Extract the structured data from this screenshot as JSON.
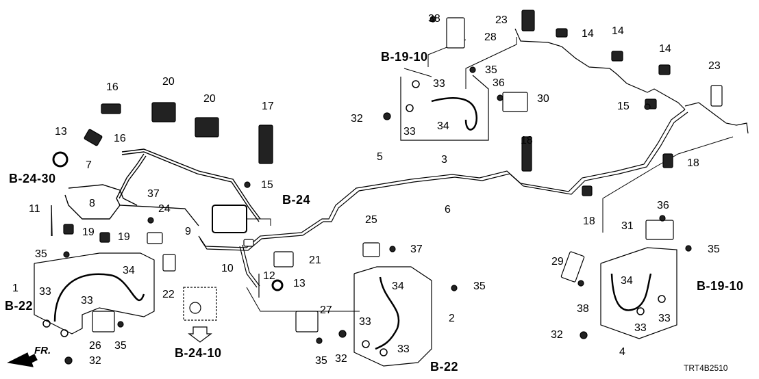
{
  "diagram": {
    "code": "TRT4B2510",
    "front_indicator": "FR.",
    "refs": {
      "b19_10_top": "B-19-10",
      "b24_30": "B-24-30",
      "b24": "B-24",
      "b22_left": "B-22",
      "b22_mid": "B-22",
      "b24_10": "B-24-10",
      "b19_10_right": "B-19-10"
    },
    "callouts": {
      "c38_top": "38",
      "c28": "28",
      "c23_top": "23",
      "c14_a": "14",
      "c14_b": "14",
      "c14_c": "14",
      "c23_right": "23",
      "c35_top": "35",
      "c33_top": "33",
      "c36_top": "36",
      "c30": "30",
      "c32_top": "32",
      "c33_top2": "33",
      "c34_top": "34",
      "c3": "3",
      "c15_right": "15",
      "c16_a": "16",
      "c20_a": "20",
      "c20_b": "20",
      "c17": "17",
      "c13_top": "13",
      "c16_b": "16",
      "c7": "7",
      "c8": "8",
      "c11": "11",
      "c5": "5",
      "c6": "6",
      "c18_a": "18",
      "c18_b": "18",
      "c18_c": "18",
      "c15_mid": "15",
      "c37_left": "37",
      "c24": "24",
      "c19_a": "19",
      "c19_b": "19",
      "c9": "9",
      "c10": "10",
      "c21": "21",
      "c12": "12",
      "c13_mid": "13",
      "c25": "25",
      "c37_mid": "37",
      "c36_right": "36",
      "c31": "31",
      "c35_right": "35",
      "c29": "29",
      "c34_right": "34",
      "c38_right": "38",
      "c33_right_a": "33",
      "c33_right_b": "33",
      "c32_right": "32",
      "c4": "4",
      "c35_left": "35",
      "c1": "1",
      "c33_left_a": "33",
      "c33_left_b": "33",
      "c34_left": "34",
      "c22": "22",
      "c26": "26",
      "c35_left_b": "35",
      "c32_left": "32",
      "c34_mid": "34",
      "c35_mid": "35",
      "c27": "27",
      "c2": "2",
      "c33_mid_a": "33",
      "c33_mid_b": "33",
      "c35_mid_b": "35",
      "c32_mid": "32"
    }
  }
}
